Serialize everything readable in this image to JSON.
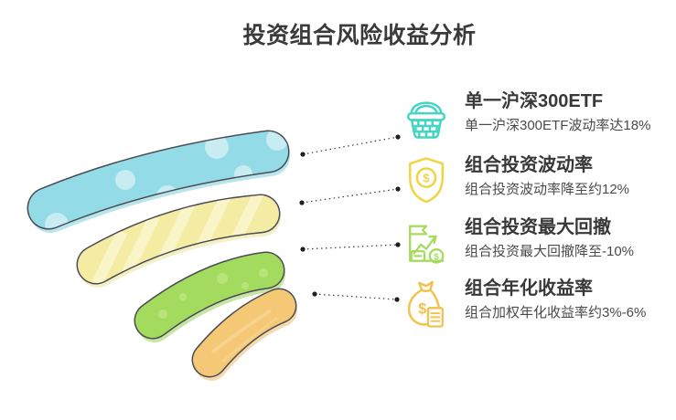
{
  "page": {
    "title": "投资组合风险收益分析"
  },
  "items": [
    {
      "name": "single-etf",
      "icon": "basket-icon",
      "title": "单一沪深300ETF",
      "desc": "单一沪深300ETF波动率达18%",
      "color": "#45d6c3"
    },
    {
      "name": "portfolio-volatility",
      "icon": "shield-dollar-icon",
      "title": "组合投资波动率",
      "desc": "组合投资波动率降至约12%",
      "color": "#f0d542"
    },
    {
      "name": "max-drawdown",
      "icon": "growth-chart-icon",
      "title": "组合投资最大回撤",
      "desc": "组合投资最大回撤降至-10%",
      "color": "#a6dc5d"
    },
    {
      "name": "annual-return",
      "icon": "money-bag-icon",
      "title": "组合年化收益率",
      "desc": "组合加权年化收益率约3%-6%",
      "color": "#f2c34a"
    }
  ],
  "arcs": [
    {
      "label": "arc-1-top",
      "color": "#93dbe6",
      "pattern": "polka-dots"
    },
    {
      "label": "arc-2",
      "color": "#f4eca3",
      "pattern": "diagonal-stripes"
    },
    {
      "label": "arc-3",
      "color": "#a3db5e",
      "pattern": "sparkles"
    },
    {
      "label": "arc-4-bottom",
      "color": "#f5c876",
      "pattern": "plain"
    }
  ]
}
